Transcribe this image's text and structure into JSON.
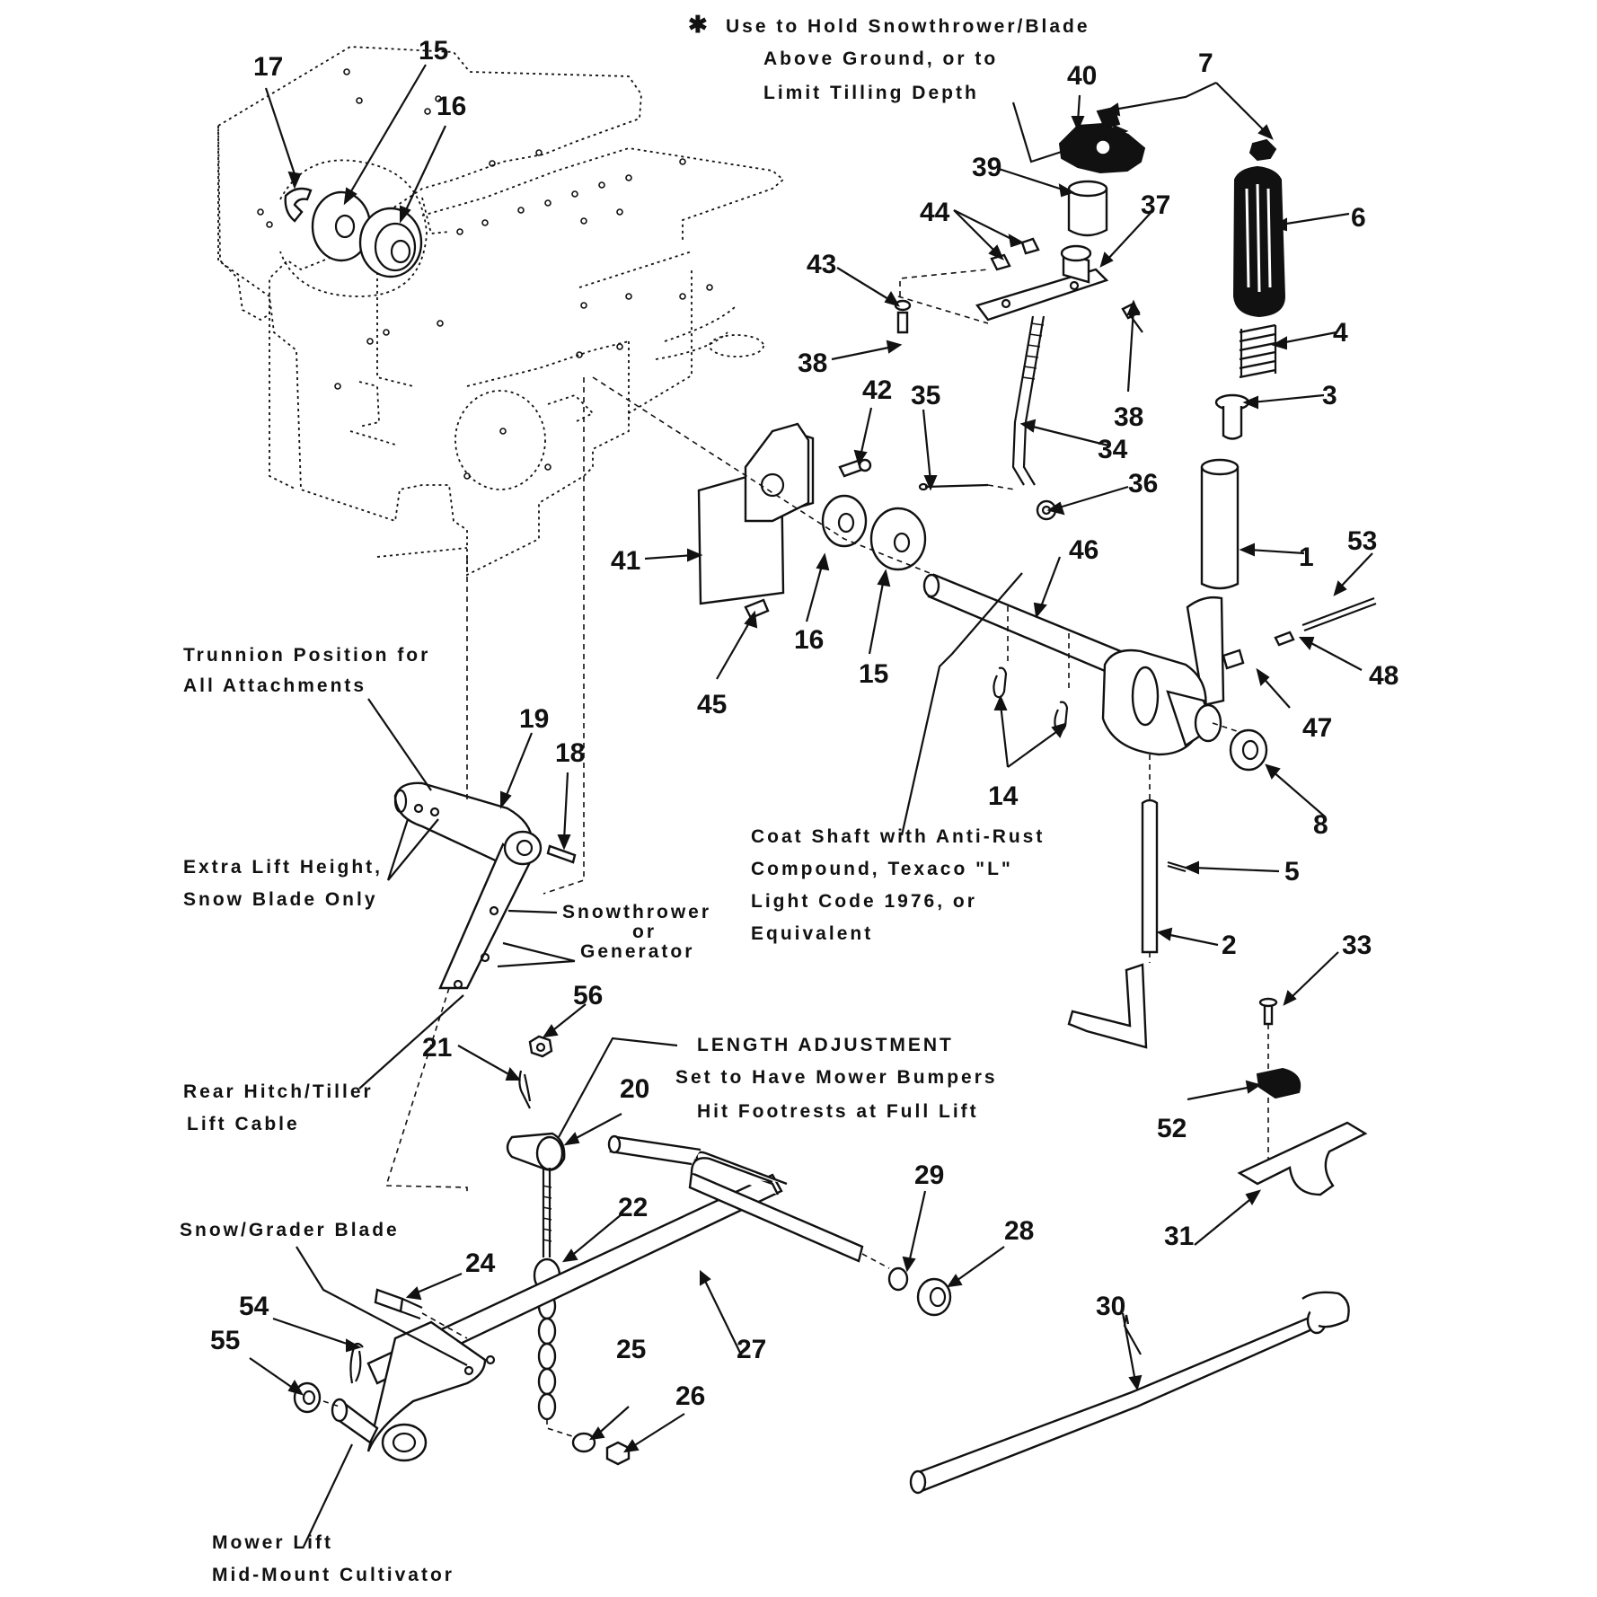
{
  "notes": {
    "asterisk": "✱",
    "use_note": [
      "Use to Hold Snowthrower/Blade",
      "Above Ground, or to",
      "Limit Tilling Depth"
    ],
    "trunnion": [
      "Trunnion Position for",
      "All Attachments"
    ],
    "extra_lift": [
      "Extra Lift Height,",
      "Snow Blade Only"
    ],
    "snowthrower": [
      "Snowthrower",
      "or",
      "Generator"
    ],
    "coat_shaft": [
      "Coat Shaft with Anti-Rust",
      "Compound, Texaco \"L\"",
      "Light Code 1976, or",
      "Equivalent"
    ],
    "length_adjust": [
      "LENGTH ADJUSTMENT",
      "Set to Have Mower Bumpers",
      "Hit Footrests at Full Lift"
    ],
    "rear_hitch": [
      "Rear Hitch/Tiller",
      "Lift Cable"
    ],
    "snow_grader": "Snow/Grader Blade",
    "mower_lift": [
      "Mower Lift",
      "Mid-Mount Cultivator"
    ]
  },
  "callouts": [
    "17",
    "15",
    "16",
    "40",
    "7",
    "39",
    "44",
    "37",
    "6",
    "43",
    "38",
    "4",
    "42",
    "35",
    "38",
    "3",
    "34",
    "36",
    "1",
    "53",
    "41",
    "46",
    "16",
    "15",
    "45",
    "48",
    "47",
    "8",
    "14",
    "19",
    "18",
    "5",
    "2",
    "33",
    "56",
    "21",
    "20",
    "52",
    "31",
    "22",
    "29",
    "28",
    "24",
    "30",
    "54",
    "25",
    "27",
    "55",
    "26"
  ]
}
